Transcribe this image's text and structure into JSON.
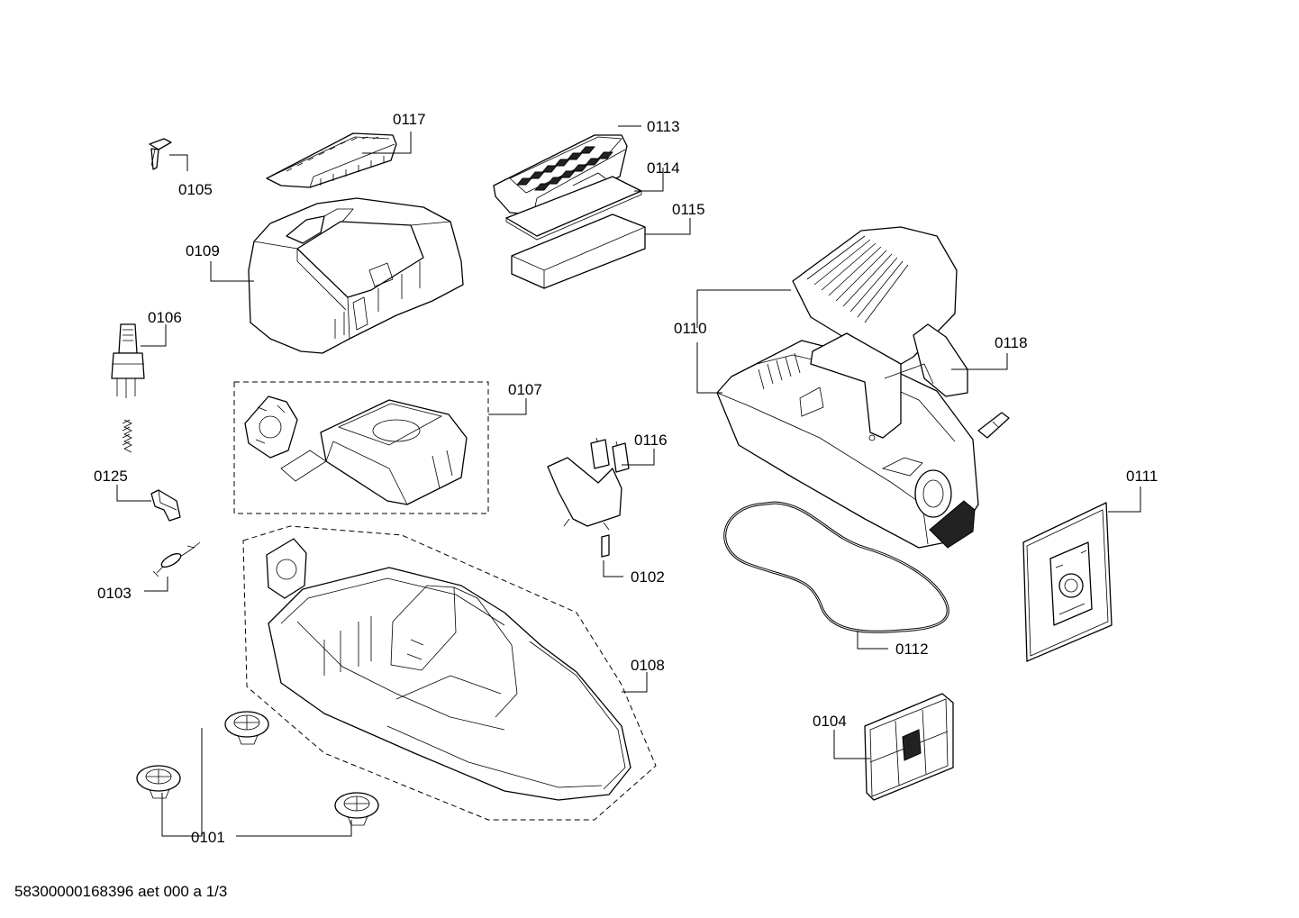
{
  "document_code": "58300000168396 aet 000 a 1/3",
  "parts": [
    {
      "id": "p0117",
      "label": "0117",
      "icon": "drawer-cover"
    },
    {
      "id": "p0105",
      "label": "0105",
      "icon": "latch-clip"
    },
    {
      "id": "p0109",
      "label": "0109",
      "icon": "bag-compartment-housing"
    },
    {
      "id": "p0113",
      "label": "0113",
      "icon": "exhaust-filter-cassette"
    },
    {
      "id": "p0114",
      "label": "0114",
      "icon": "filter-pad"
    },
    {
      "id": "p0115",
      "label": "0115",
      "icon": "filter-pad"
    },
    {
      "id": "p0110",
      "label": "0110",
      "icon": "upper-housing"
    },
    {
      "id": "p0118",
      "label": "0118",
      "icon": "bag-holder"
    },
    {
      "id": "p0106",
      "label": "0106",
      "icon": "release-button"
    },
    {
      "id": "p0107",
      "label": "0107",
      "icon": "motor-mount-assembly"
    },
    {
      "id": "p0116",
      "label": "0116",
      "icon": "bag-frame"
    },
    {
      "id": "p0125",
      "label": "0125",
      "icon": "cable-clip"
    },
    {
      "id": "p0111",
      "label": "0111",
      "icon": "dust-bag"
    },
    {
      "id": "p0103",
      "label": "0103",
      "icon": "thermal-fuse"
    },
    {
      "id": "p0102",
      "label": "0102",
      "icon": "pad"
    },
    {
      "id": "p0112",
      "label": "0112",
      "icon": "seal-ring"
    },
    {
      "id": "p0108",
      "label": "0108",
      "icon": "base-housing"
    },
    {
      "id": "p0104",
      "label": "0104",
      "icon": "motor-filter"
    },
    {
      "id": "p0101",
      "label": "0101",
      "icon": "castor-wheel"
    }
  ]
}
